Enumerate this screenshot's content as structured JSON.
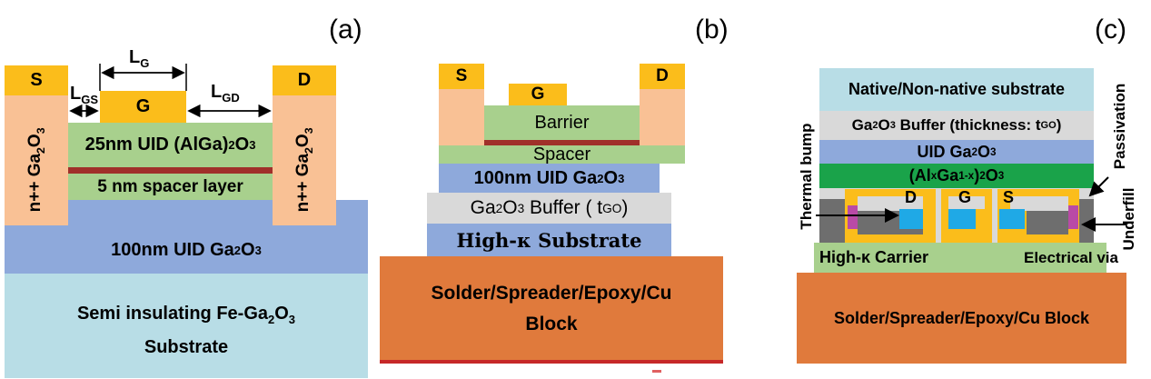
{
  "panel_labels": {
    "a": "(a)",
    "b": "(b)",
    "c": "(c)"
  },
  "panel_a": {
    "source": "S",
    "drain": "D",
    "gate": "G",
    "lg": "L",
    "lg_sub": "G",
    "lgs": "L",
    "lgs_sub": "GS",
    "lgd": "L",
    "lgd_sub": "GD",
    "n_left": "n++ Ga",
    "n_right": "n++ Ga",
    "ga_sub2": "2",
    "o_letter": "O",
    "ga_sub3": "3",
    "barrier_pre": "25nm UID (AlGa)",
    "barrier_sub2": "2",
    "barrier_mid": "O",
    "barrier_sub3": "3",
    "spacer": "5 nm spacer layer",
    "channel_pre": "100nm UID Ga",
    "channel_sub2": "2",
    "channel_mid": "O",
    "channel_sub3": "3",
    "substrate_line1_pre": "Semi insulating Fe-Ga",
    "substrate_sub2": "2",
    "substrate_mid": "O",
    "substrate_sub3": "3",
    "substrate_line2": "Substrate"
  },
  "panel_b": {
    "source": "S",
    "drain": "D",
    "gate": "G",
    "barrier": "Barrier",
    "spacer": "Spacer",
    "channel_pre": "100nm UID Ga",
    "channel_sub2": "2",
    "channel_mid": "O",
    "channel_sub3": "3",
    "buffer_pre": "Ga",
    "buffer_sub2": "2",
    "buffer_mid": "O",
    "buffer_sub3": "3",
    "buffer_post": " Buffer ( t",
    "buffer_tsub": "GO",
    "buffer_end": ")",
    "substrate": "High-κ Substrate",
    "block_line1": "Solder/Spreader/Epoxy/Cu",
    "block_line2": "Block"
  },
  "panel_c": {
    "native": "Native/Non-native substrate",
    "buffer_pre": "Ga",
    "buffer_sub2": "2",
    "buffer_mid": "O",
    "buffer_sub3": "3",
    "buffer_post": " Buffer (thickness: t",
    "buffer_tsub": "GO",
    "buffer_end": ")",
    "uid_pre": "UID Ga",
    "uid_sub2": "2",
    "uid_mid": "O",
    "uid_sub3": "3",
    "algao_pre": "(Al",
    "algao_x": "x",
    "algao_mid": "Ga",
    "algao_1x": "1-x",
    "algao_close": ")",
    "algao_sub2": "2",
    "algao_o": "O",
    "algao_sub3": "3",
    "drain": "D",
    "gate": "G",
    "source": "S",
    "thermal_bump": "Thermal bump",
    "passivation": "Passivation",
    "underfill": "Underfill",
    "carrier": "High-κ Carrier",
    "electrical_via": "Electrical via",
    "block": "Solder/Spreader/Epoxy/Cu Block"
  },
  "colors": {
    "gold": "#fbbd1b",
    "peach": "#f9c195",
    "green": "#a8d08d",
    "darkred": "#a0302a",
    "blue": "#8ea9db",
    "lightblue": "#b8dde6",
    "gray": "#d9d9d9",
    "orange": "#e07a3c",
    "darkgreen": "#1aa34a",
    "cyan": "#1fa9e6",
    "magenta": "#b94aa6",
    "darkgray": "#6e6e6e"
  }
}
